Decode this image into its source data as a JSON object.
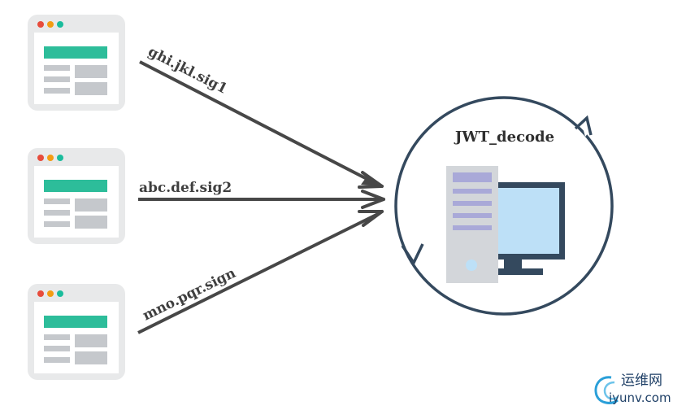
{
  "tokens": {
    "top": "ghi.jkl.sig1",
    "middle": "abc.def.sig2",
    "bottom": "mno.pqr.sign"
  },
  "server": {
    "title": "JWT_decode"
  },
  "watermark": {
    "cn": "运维网",
    "en": "iyunv.com"
  },
  "colors": {
    "arrow": "#474747",
    "circle": "#34495e",
    "browser_frame": "#e8e9ea",
    "browser_header_bar": "#2dbd9a",
    "browser_content": "#c5c8cc",
    "dot_red": "#e74c3c",
    "dot_yellow": "#f39c12",
    "dot_green": "#1abc9c",
    "tower": "#d3d6da",
    "tower_slot": "#a9a9d8",
    "monitor_frame": "#34495e",
    "monitor_screen": "#bde0f7"
  }
}
